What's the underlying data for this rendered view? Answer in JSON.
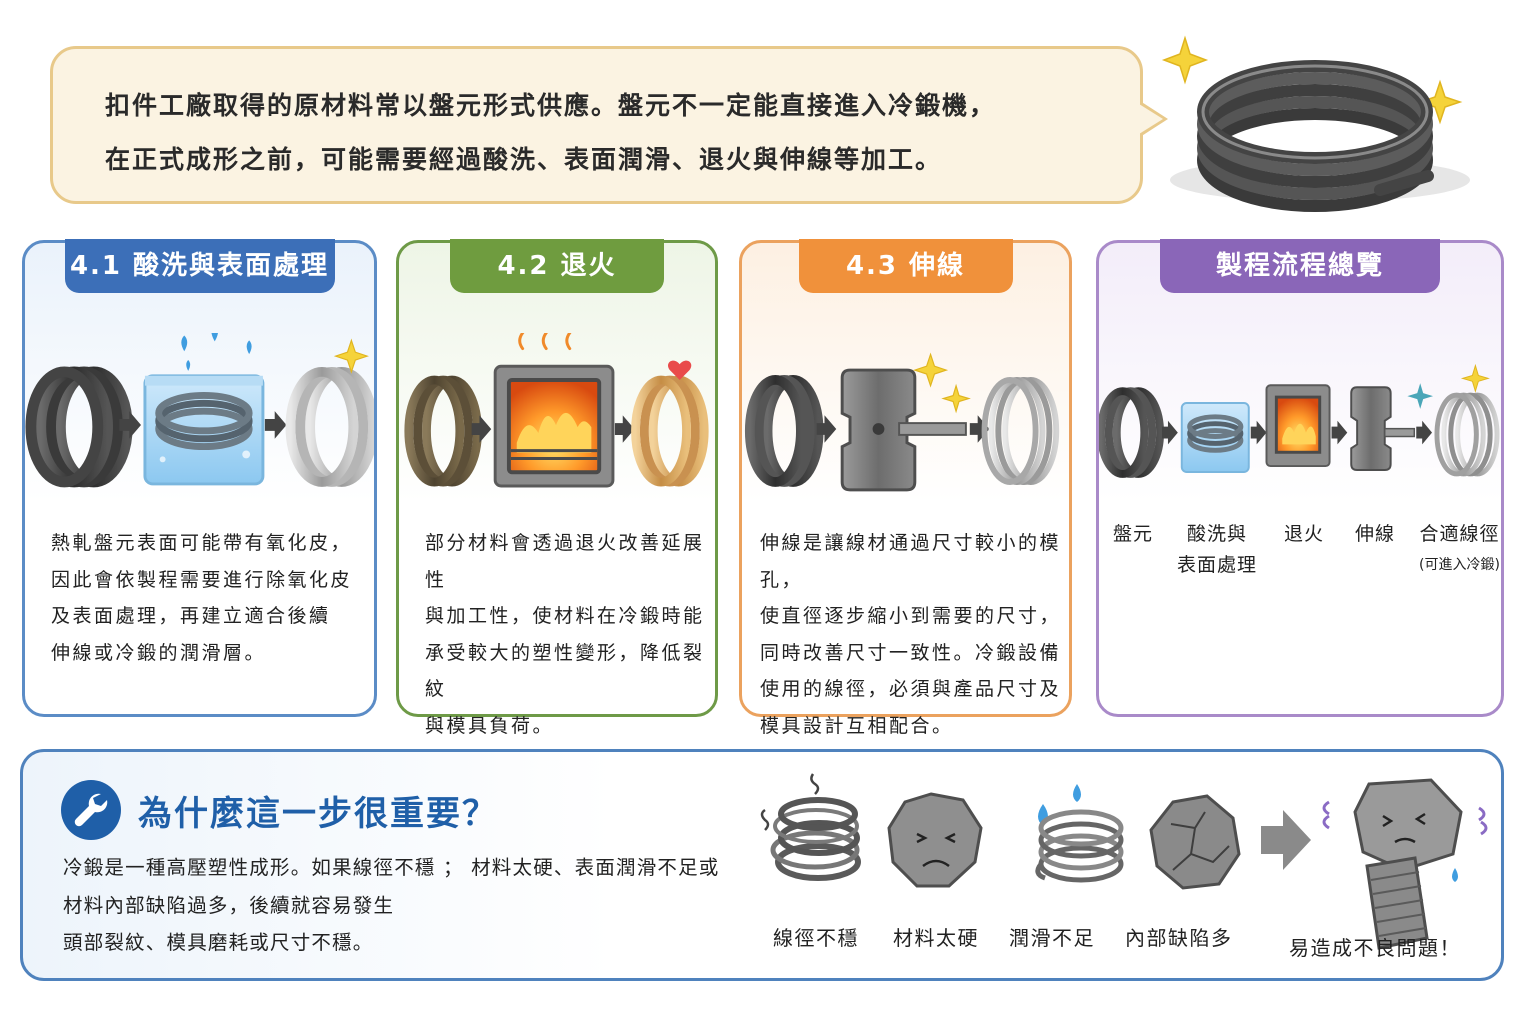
{
  "intro": {
    "line1": "扣件工廠取得的原材料常以盤元形式供應。盤元不一定能直接進入冷鍛機，",
    "line2": "在正式成形之前，可能需要經過酸洗、表面潤滑、退火與伸線等加工。"
  },
  "sections": [
    {
      "title": "4.1 酸洗與表面處理",
      "lines": [
        "熱軋盤元表面可能帶有氧化皮，",
        "因此會依製程需要進行除氧化皮",
        "及表面處理，再建立適合後續",
        "伸線或冷鍛的潤滑層。"
      ]
    },
    {
      "title": "4.2 退火",
      "lines": [
        "部分材料會透過退火改善延展性",
        "與加工性，使材料在冷鍛時能",
        "承受較大的塑性變形，降低裂紋",
        "與模具負荷。"
      ]
    },
    {
      "title": "4.3 伸線",
      "lines": [
        "伸線是讓線材通過尺寸較小的模孔，",
        "使直徑逐步縮小到需要的尺寸，",
        "同時改善尺寸一致性。冷鍛設備",
        "使用的線徑，必須與產品尺寸及",
        "模具設計互相配合。"
      ]
    }
  ],
  "overview": {
    "title": "製程流程總覽",
    "steps": [
      "盤元",
      "酸洗與",
      "表面處理",
      "退火",
      "伸線",
      "合適線徑",
      "(可進入冷鍛)"
    ]
  },
  "importance": {
    "title": "為什麼這一步很重要？",
    "lines": [
      "冷鍛是一種高壓塑性成形。如果線徑不穩 ； 材料太硬、表面潤滑不足或",
      "材料內部缺陷過多，後續就容易發生",
      "頭部裂紋、模具磨耗或尺寸不穩。"
    ],
    "problems": [
      "線徑不穩",
      "材料太硬",
      "潤滑不足",
      "內部缺陷多"
    ],
    "result": "易造成不良問題！"
  },
  "colors": {
    "blue": "#3c6fb8",
    "green": "#6f9c3f",
    "orange": "#f0913b",
    "purple": "#8a66b8",
    "intro_border": "#e8c98a",
    "sparkle": "#f5d33a"
  }
}
